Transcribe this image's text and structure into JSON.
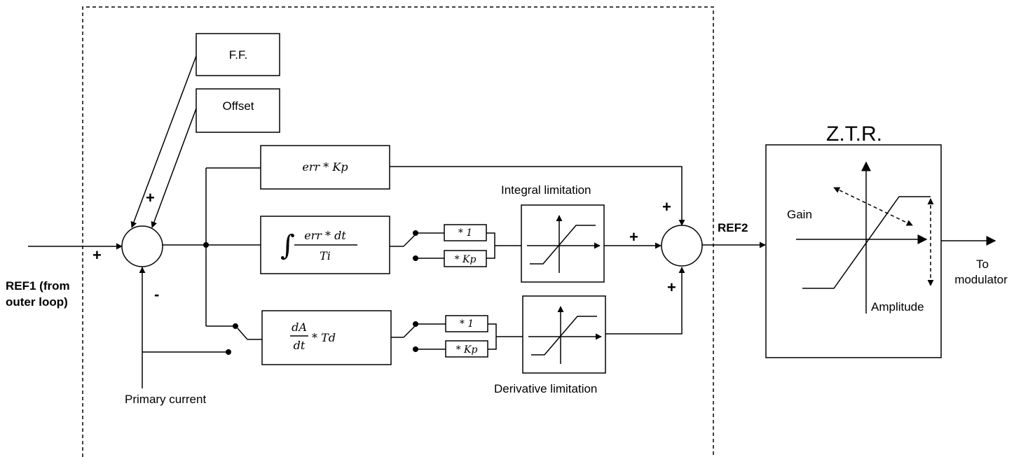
{
  "blocks": {
    "ff": "F.F.",
    "offset": "Offset",
    "proportional": "err * Kp",
    "integral_num": "err * dt",
    "integral_den": "Ti",
    "integral_sign": "∫",
    "derivative_num": "dA",
    "derivative_den": "dt",
    "derivative_tail": "* Td",
    "gain_one_a": "* 1",
    "gain_kp_a": "* Kp",
    "gain_one_b": "* 1",
    "gain_kp_b": "* Kp",
    "ztr_title": "Z.T.R."
  },
  "labels": {
    "ref1_line1": "REF1 (from",
    "ref1_line2": "outer loop)",
    "ref2": "REF2",
    "primary_current": "Primary current",
    "integral_limitation": "Integral limitation",
    "derivative_limitation": "Derivative  limitation",
    "gain": "Gain",
    "amplitude": "Amplitude",
    "to_line1": "To",
    "to_line2": "modulator"
  },
  "signs": {
    "ref1_plus": "+",
    "ff_plus": "+",
    "feedback_minus": "-",
    "prop_plus": "+",
    "int_plus": "+",
    "der_plus": "+"
  }
}
